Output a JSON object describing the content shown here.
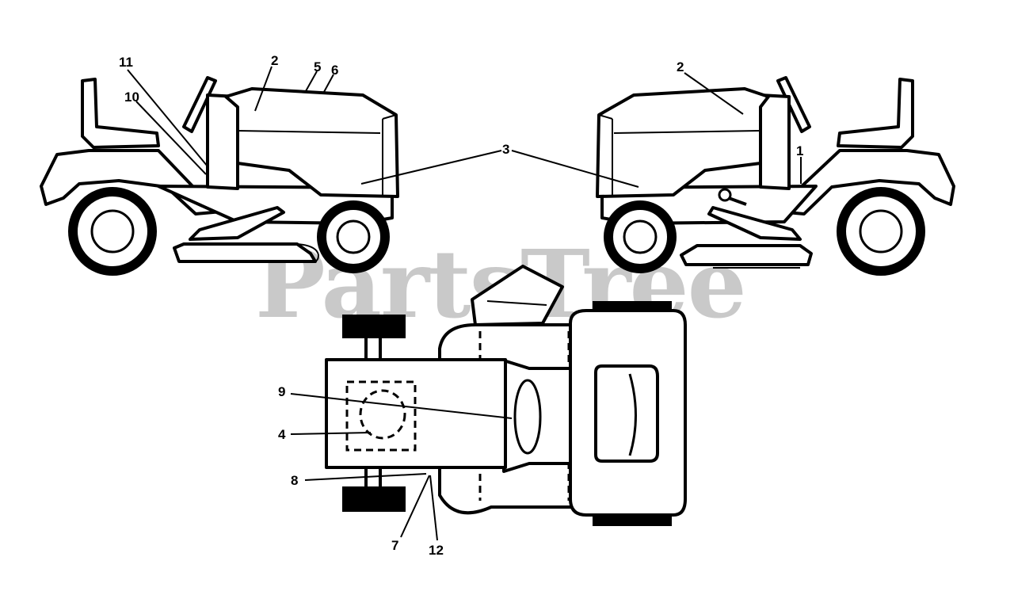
{
  "watermark": "PartsTree",
  "callouts": {
    "c1": "1",
    "c2a": "2",
    "c2b": "2",
    "c3": "3",
    "c4": "4",
    "c5": "5",
    "c6": "6",
    "c7": "7",
    "c8": "8",
    "c9": "9",
    "c10": "10",
    "c11": "11",
    "c12": "12"
  }
}
